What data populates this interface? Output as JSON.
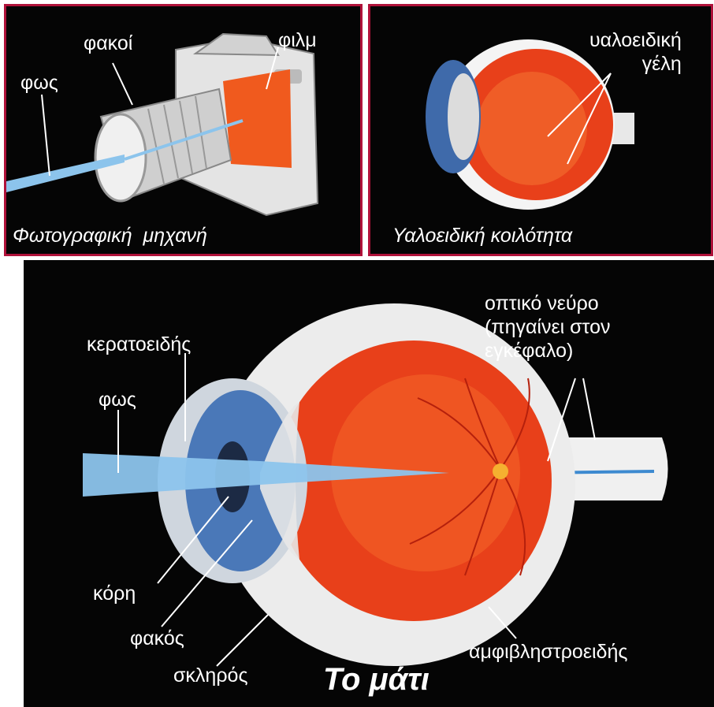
{
  "camera_panel": {
    "caption": "Φωτογραφική  μηχανή",
    "labels": {
      "lenses": "φακοί",
      "light": "φως",
      "film": "φιλμ"
    }
  },
  "vitreous_panel": {
    "caption": "Υαλοειδική κοιλότητα",
    "labels": {
      "vitreous_gel": "υαλοειδική\nγέλη"
    }
  },
  "eye_panel": {
    "title": "Το μάτι",
    "labels": {
      "optic_nerve": "οπτικό νεύρο\n(πηγαίνει στον\nεγκέφαλο)",
      "cornea": "κερατοειδής",
      "light": "φως",
      "pupil": "κόρη",
      "lens": "φακός",
      "sclera": "σκληρός",
      "retina": "αμφιβληστροειδής"
    }
  },
  "colors": {
    "panel_border": "#b0123a",
    "background": "#050505",
    "retina_orange": "#f0501e",
    "iris_blue": "#4a78b8",
    "light_beam": "#8cc4ec"
  }
}
